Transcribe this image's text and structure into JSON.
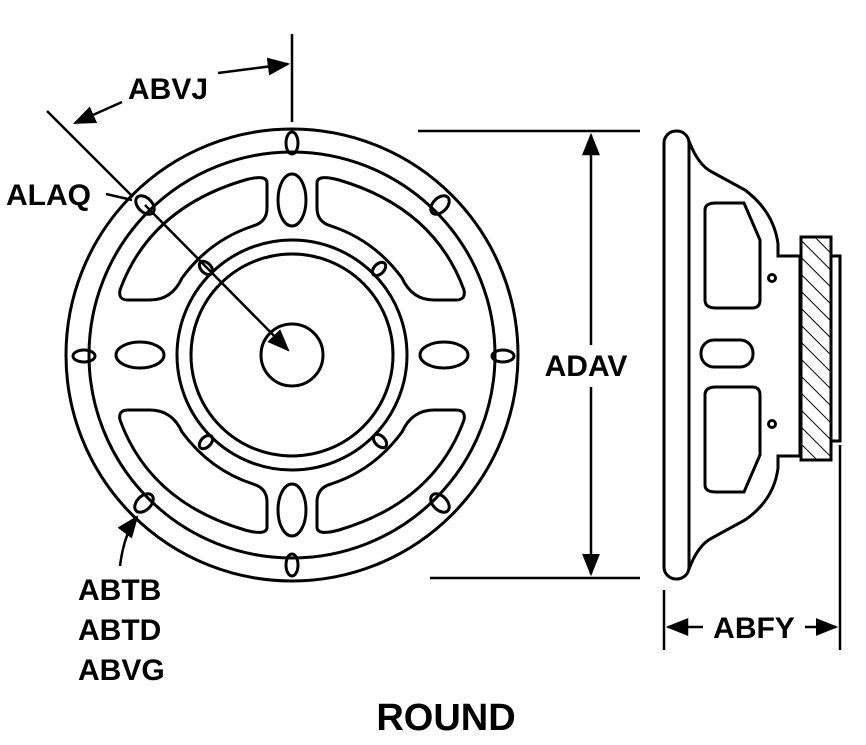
{
  "dimensions": {
    "angle_label": "ABVJ",
    "center_ref_label": "ALAQ",
    "overall_diameter_label": "ADAV",
    "depth_label": "ABFY"
  },
  "hole_callout": {
    "line1": "ABTB",
    "line2": "ABTD",
    "line3": "ABVG"
  },
  "shape_title": "ROUND",
  "colors": {
    "ink": "#000000",
    "paper": "#ffffff"
  }
}
